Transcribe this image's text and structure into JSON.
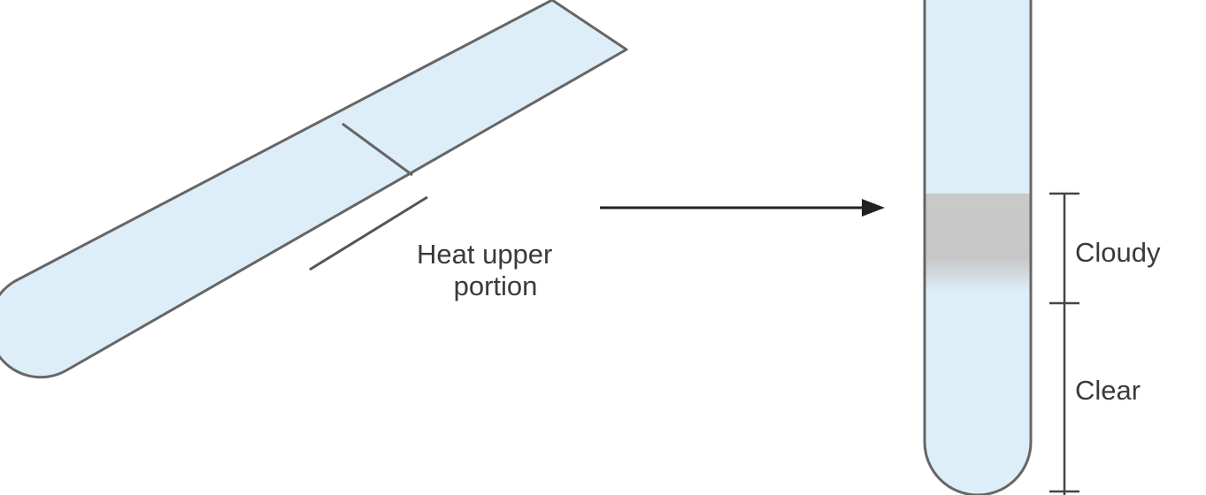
{
  "labels": {
    "heat_line1": "Heat upper",
    "heat_line2": "portion",
    "cloudy": "Cloudy",
    "clear": "Clear"
  },
  "colors": {
    "tube_fill": "#ddeef9",
    "tube_outline": "#666666",
    "cloudy_band": "#c7c7c7",
    "arrow": "#222222",
    "text": "#3a3a3a"
  }
}
